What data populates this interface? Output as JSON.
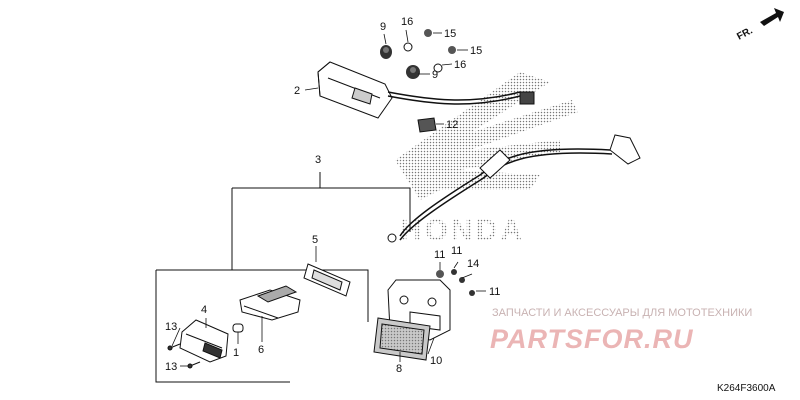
{
  "diagram": {
    "part_labels": {
      "p1": "1",
      "p2": "2",
      "p3": "3",
      "p4": "4",
      "p5": "5",
      "p6": "6",
      "p8": "8",
      "p9a": "9",
      "p9b": "9",
      "p10": "10",
      "p11a": "11",
      "p11b": "11",
      "p12": "12",
      "p13a": "13",
      "p13b": "13",
      "p14": "14",
      "p15a": "15",
      "p15b": "15",
      "p16a": "16",
      "p16b": "16"
    },
    "direction_label": "FR.",
    "diagram_code": "K264F3600A",
    "brand_text": "HONDA"
  },
  "watermark": {
    "line1": "ЗАПЧАСТИ И АКСЕССУАРЫ ДЛЯ МОТОТЕХНИКИ",
    "line2": "PARTSFOR.RU"
  }
}
